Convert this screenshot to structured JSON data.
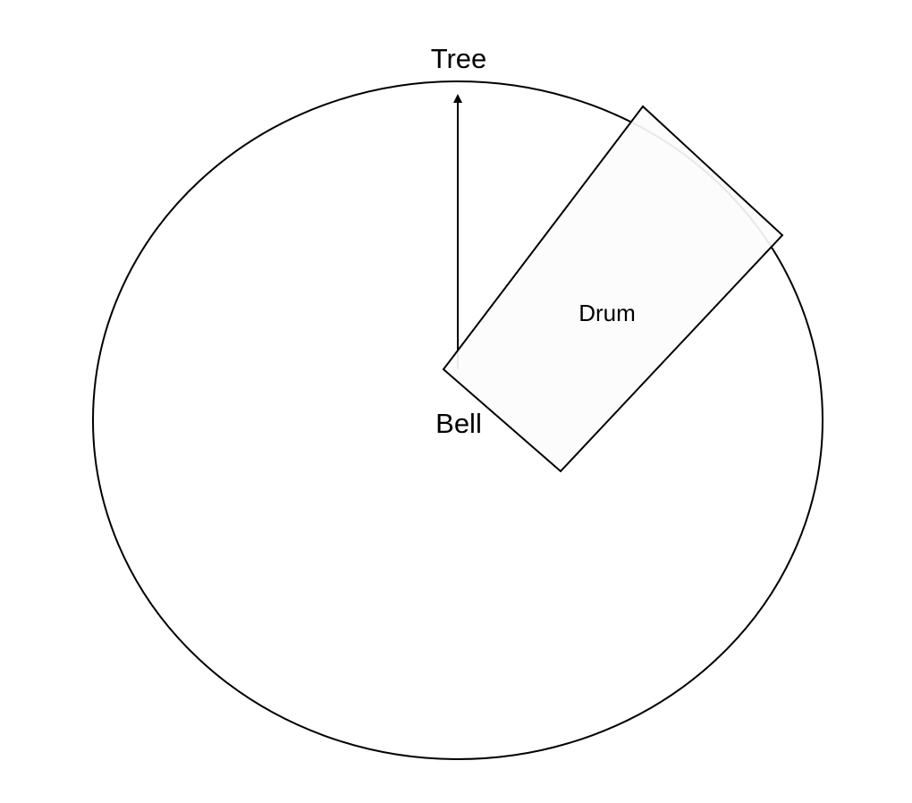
{
  "diagram": {
    "labels": {
      "top": "Tree",
      "center": "Bell",
      "box": "Drum"
    },
    "colors": {
      "stroke": "#000000",
      "box_fill": "#fcfcfc",
      "background": "#ffffff"
    }
  }
}
